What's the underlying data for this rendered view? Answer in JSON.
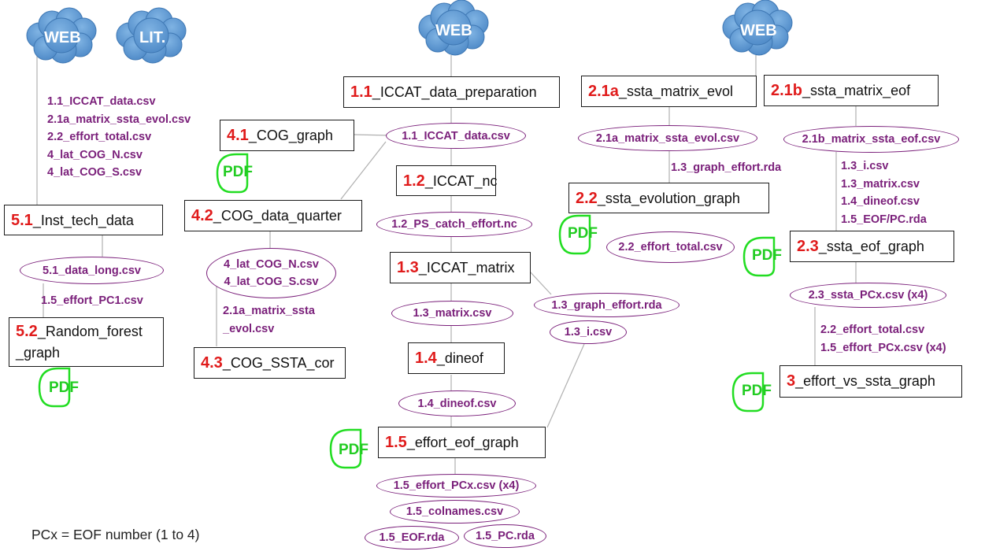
{
  "clouds": {
    "c1": "WEB",
    "c2": "LIT.",
    "c3": "WEB",
    "c4": "WEB"
  },
  "pdf_label": "PDF",
  "boxes": {
    "b1_1": {
      "num": "1.1",
      "label": "_ICCAT_data_preparation"
    },
    "b1_2": {
      "num": "1.2",
      "label": "_ICCAT_nc"
    },
    "b1_3": {
      "num": "1.3",
      "label": "_ICCAT_matrix"
    },
    "b1_4": {
      "num": "1.4",
      "label": "_dineof"
    },
    "b1_5": {
      "num": "1.5",
      "label": "_effort_eof_graph"
    },
    "b2_1a": {
      "num": "2.1a",
      "label": "_ssta_matrix_evol"
    },
    "b2_1b": {
      "num": "2.1b",
      "label": "_ssta_matrix_eof"
    },
    "b2_2": {
      "num": "2.2",
      "label": "_ssta_evolution_graph"
    },
    "b2_3": {
      "num": "2.3",
      "label": "_ssta_eof_graph"
    },
    "b3": {
      "num": "3",
      "label": "_effort_vs_ssta_graph"
    },
    "b4_1": {
      "num": "4.1",
      "label": "_COG_graph"
    },
    "b4_2": {
      "num": "4.2",
      "label": "_COG_data_quarter"
    },
    "b4_3": {
      "num": "4.3",
      "label": "_COG_SSTA_cor"
    },
    "b5_1": {
      "num": "5.1",
      "label": "_Inst_tech_data"
    },
    "b5_2": {
      "num": "5.2",
      "label": "_Random_forest",
      "label2": "_graph"
    }
  },
  "ellipses": {
    "e1_1": "1.1_ICCAT_data.csv",
    "e1_2": "1.2_PS_catch_effort.nc",
    "e1_3": "1.3_matrix.csv",
    "e1_3g": "1.3_graph_effort.rda",
    "e1_3i": "1.3_i.csv",
    "e1_4": "1.4_dineof.csv",
    "e1_5a": "1.5_effort_PCx.csv (x4)",
    "e1_5b": "1.5_colnames.csv",
    "e1_5c": "1.5_EOF.rda",
    "e1_5d": "1.5_PC.rda",
    "e2_1a": "2.1a_matrix_ssta_evol.csv",
    "e2_1b": "2.1b_matrix_ssta_eof.csv",
    "e2_2": "2.2_effort_total.csv",
    "e2_3": "2.3_ssta_PCx.csv (x4)",
    "e4_2a": "4_lat_COG_N.csv",
    "e4_2b": "4_lat_COG_S.csv",
    "e5_1": "5.1_data_long.csv"
  },
  "labels": {
    "web_list": [
      "1.1_ICCAT_data.csv",
      "2.1a_matrix_ssta_evol.csv",
      "2.2_effort_total.csv",
      "4_lat_COG_N.csv",
      "4_lat_COG_S.csv"
    ],
    "l5_2": "1.5_effort_PC1.csv",
    "l4_3": [
      "2.1a_matrix_ssta",
      "_evol.csv"
    ],
    "l2_2": "1.3_graph_effort.rda",
    "l2_3": [
      "1.3_i.csv",
      "1.3_matrix.csv",
      "1.4_dineof.csv",
      "1.5_EOF/PC.rda"
    ],
    "l3": [
      "2.2_effort_total.csv",
      "1.5_effort_PCx.csv (x4)"
    ]
  },
  "footnote": "PCx = EOF number (1 to 4)",
  "colors": {
    "process_number": "#e01b1b",
    "file_text": "#7a1f7a",
    "cloud": "#5b9bd5",
    "pdf": "#22dd22",
    "connector": "#b0b0b0"
  }
}
